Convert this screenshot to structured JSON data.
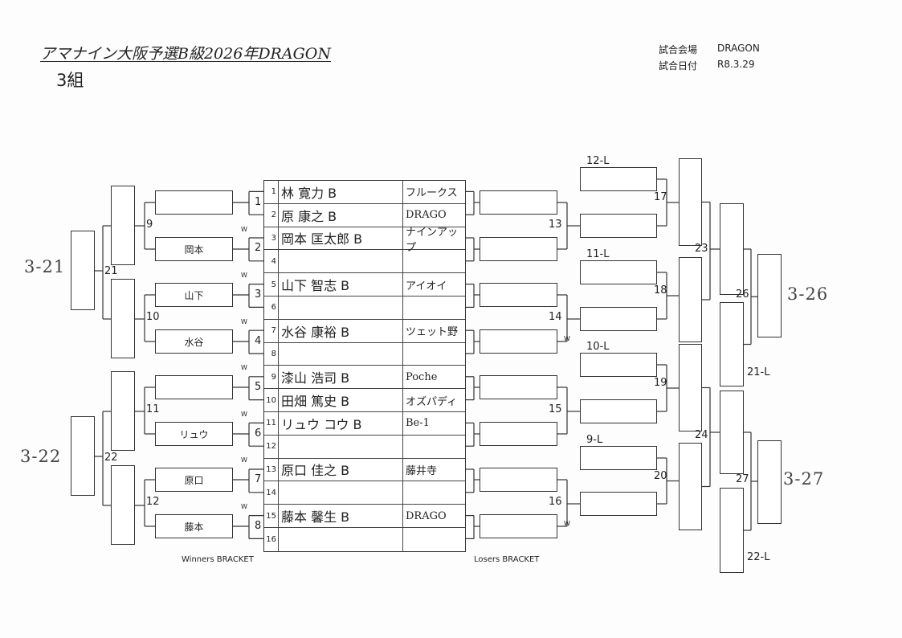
{
  "header": {
    "title": "アマナイン大阪予選B級2026年DRAGON",
    "group": "3組",
    "venue_label": "試合会場",
    "venue": "DRAGON",
    "date_label": "試合日付",
    "date": "R8.3.29"
  },
  "entries": [
    {
      "no": "1",
      "name": "林 寛力 B",
      "team": "フルークス"
    },
    {
      "no": "2",
      "name": "原 康之 B",
      "team": "DRAGO"
    },
    {
      "no": "3",
      "name": "岡本 匡太郎 B",
      "team": "ナインアップ"
    },
    {
      "no": "4",
      "name": "",
      "team": ""
    },
    {
      "no": "5",
      "name": "山下 智志 B",
      "team": "アイオイ"
    },
    {
      "no": "6",
      "name": "",
      "team": ""
    },
    {
      "no": "7",
      "name": "水谷 康裕 B",
      "team": "ツェット野"
    },
    {
      "no": "8",
      "name": "",
      "team": ""
    },
    {
      "no": "9",
      "name": "漆山 浩司 B",
      "team": "Poche"
    },
    {
      "no": "10",
      "name": "田畑 篤史 B",
      "team": "オズパディ"
    },
    {
      "no": "11",
      "name": "リュウ コウ B",
      "team": "Be-1"
    },
    {
      "no": "12",
      "name": "",
      "team": ""
    },
    {
      "no": "13",
      "name": "原口 佳之 B",
      "team": "藤井寺"
    },
    {
      "no": "14",
      "name": "",
      "team": ""
    },
    {
      "no": "15",
      "name": "藤本 馨生 B",
      "team": "DRAGO"
    },
    {
      "no": "16",
      "name": "",
      "team": ""
    }
  ],
  "winners": {
    "match_boxes": [
      "",
      "岡本",
      "山下",
      "水谷",
      "",
      "リュウ",
      "原口",
      "藤本"
    ],
    "match_numbers": [
      "1",
      "2",
      "3",
      "4",
      "5",
      "6",
      "7",
      "8",
      "9",
      "10",
      "11",
      "12",
      "21",
      "22"
    ],
    "win_mark": "W",
    "handwritten": [
      "3-21",
      "3-22"
    ],
    "footer": "Winners BRACKET"
  },
  "losers": {
    "match_numbers": [
      "13",
      "14",
      "15",
      "16",
      "17",
      "18",
      "19",
      "20",
      "23",
      "24",
      "26",
      "27"
    ],
    "feed_labels": [
      "12-L",
      "11-L",
      "10-L",
      "9-L",
      "21-L",
      "22-L"
    ],
    "win_mark": "W",
    "handwritten": [
      "3-26",
      "3-27"
    ],
    "footer": "Losers BRACKET"
  }
}
